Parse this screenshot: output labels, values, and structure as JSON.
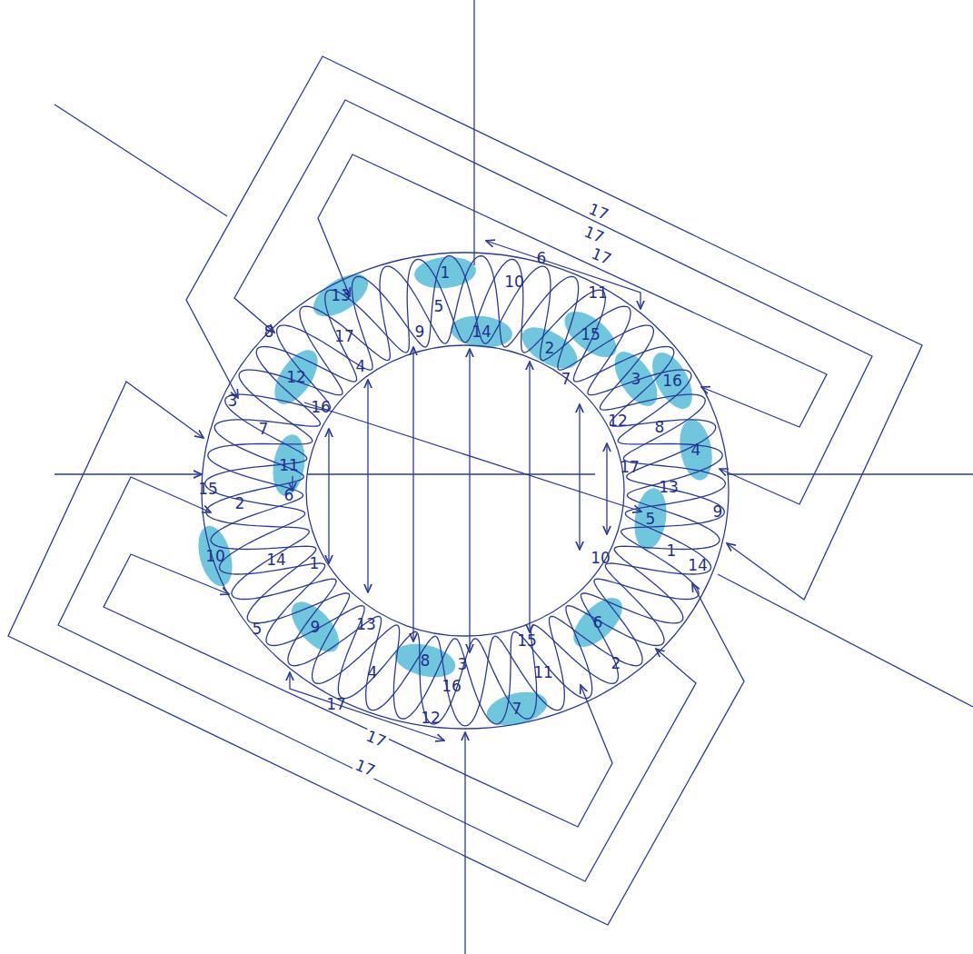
{
  "diagram": {
    "labels": [
      "17",
      "17",
      "17",
      "1",
      "6",
      "13",
      "5",
      "10",
      "11",
      "8",
      "17",
      "9",
      "14",
      "15",
      "2",
      "4",
      "12",
      "7",
      "3",
      "16",
      "3",
      "16",
      "12",
      "8",
      "7",
      "4",
      "11",
      "17",
      "15",
      "13",
      "6",
      "2",
      "9",
      "5",
      "1",
      "10",
      "14",
      "1",
      "10",
      "14",
      "6",
      "13",
      "9",
      "5",
      "15",
      "8",
      "3",
      "2",
      "4",
      "11",
      "16",
      "17",
      "7",
      "12",
      "17",
      "17"
    ]
  }
}
